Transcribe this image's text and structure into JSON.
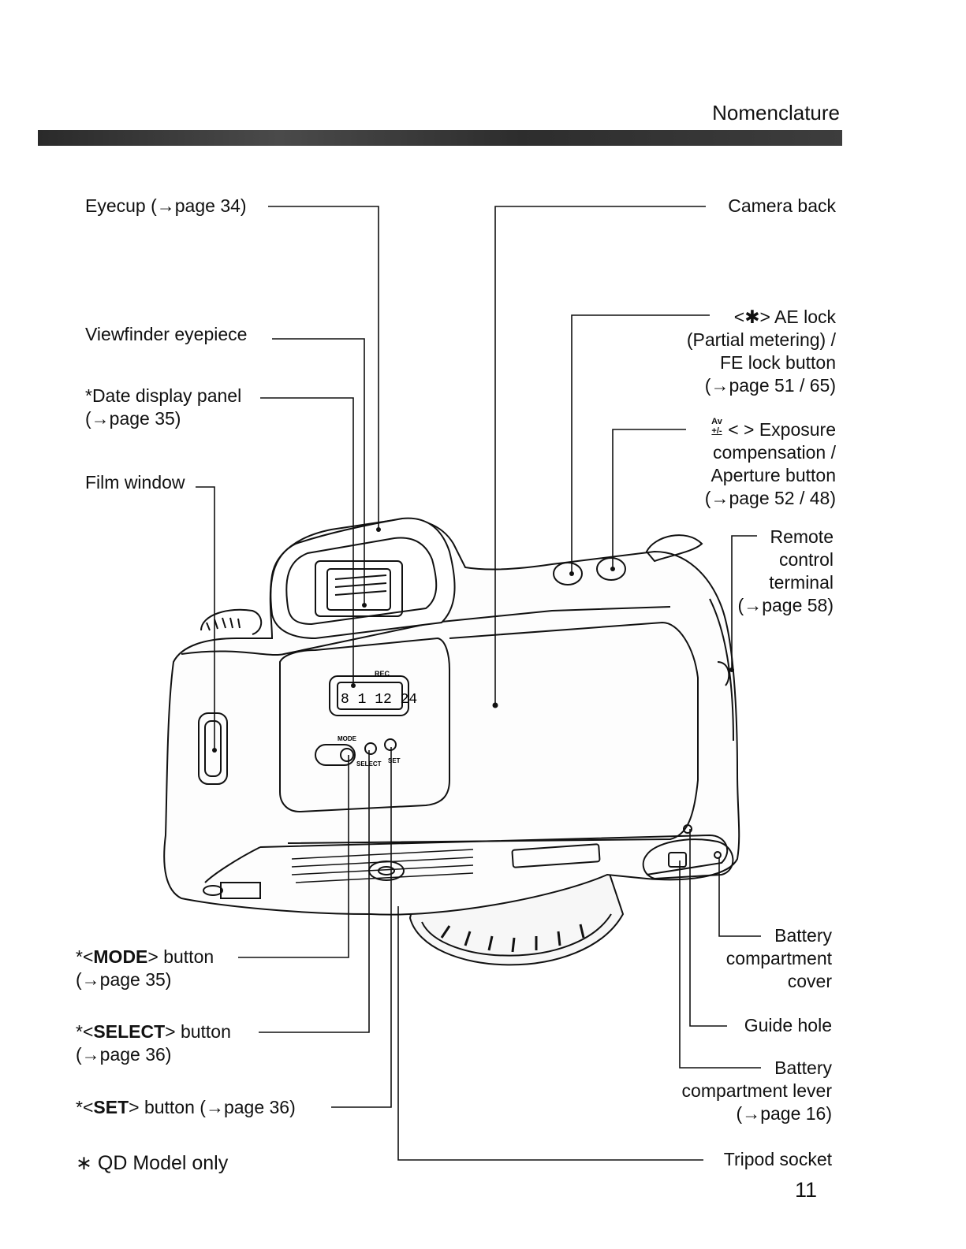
{
  "header": {
    "title": "Nomenclature"
  },
  "labels": {
    "eyecup": "Eyecup (→page 34)",
    "viewfinder": "Viewfinder eyepiece",
    "date_panel_1": "*Date display panel",
    "date_panel_2": "(→page 35)",
    "film_window": "Film window",
    "camera_back": "Camera back",
    "ae_lock_1": "<✱> AE lock",
    "ae_lock_2": "(Partial metering) /",
    "ae_lock_3": "FE lock button",
    "ae_lock_4": "(→page 51 / 65)",
    "exposure_1": "< > Exposure",
    "exposure_icon_top": "Av",
    "exposure_icon_bottom": "+/-",
    "exposure_2": "compensation /",
    "exposure_3": "Aperture button",
    "exposure_4": "(→page 52 / 48)",
    "remote_1": "Remote",
    "remote_2": "control",
    "remote_3": "terminal",
    "remote_4": "(→page 58)",
    "mode_pre": "*<",
    "mode_bold": "MODE",
    "mode_post": "> button",
    "mode_page": "(→page 35)",
    "select_pre": "*<",
    "select_bold": "SELECT",
    "select_post": "> button",
    "select_page": "(→page 36)",
    "set_pre": "*<",
    "set_bold": "SET",
    "set_post": "> button (→page 36)",
    "qd_note": "∗ QD Model only",
    "battery_cover_1": "Battery",
    "battery_cover_2": "compartment",
    "battery_cover_3": "cover",
    "guide_hole": "Guide hole",
    "battery_lever_1": "Battery",
    "battery_lever_2": "compartment lever",
    "battery_lever_3": "(→page 16)",
    "tripod": "Tripod socket"
  },
  "camera_marks": {
    "date_display": "8 1 12 24",
    "rec": "REC",
    "mode": "MODE",
    "select": "SELECT",
    "set": "SET"
  },
  "page_number": "11"
}
